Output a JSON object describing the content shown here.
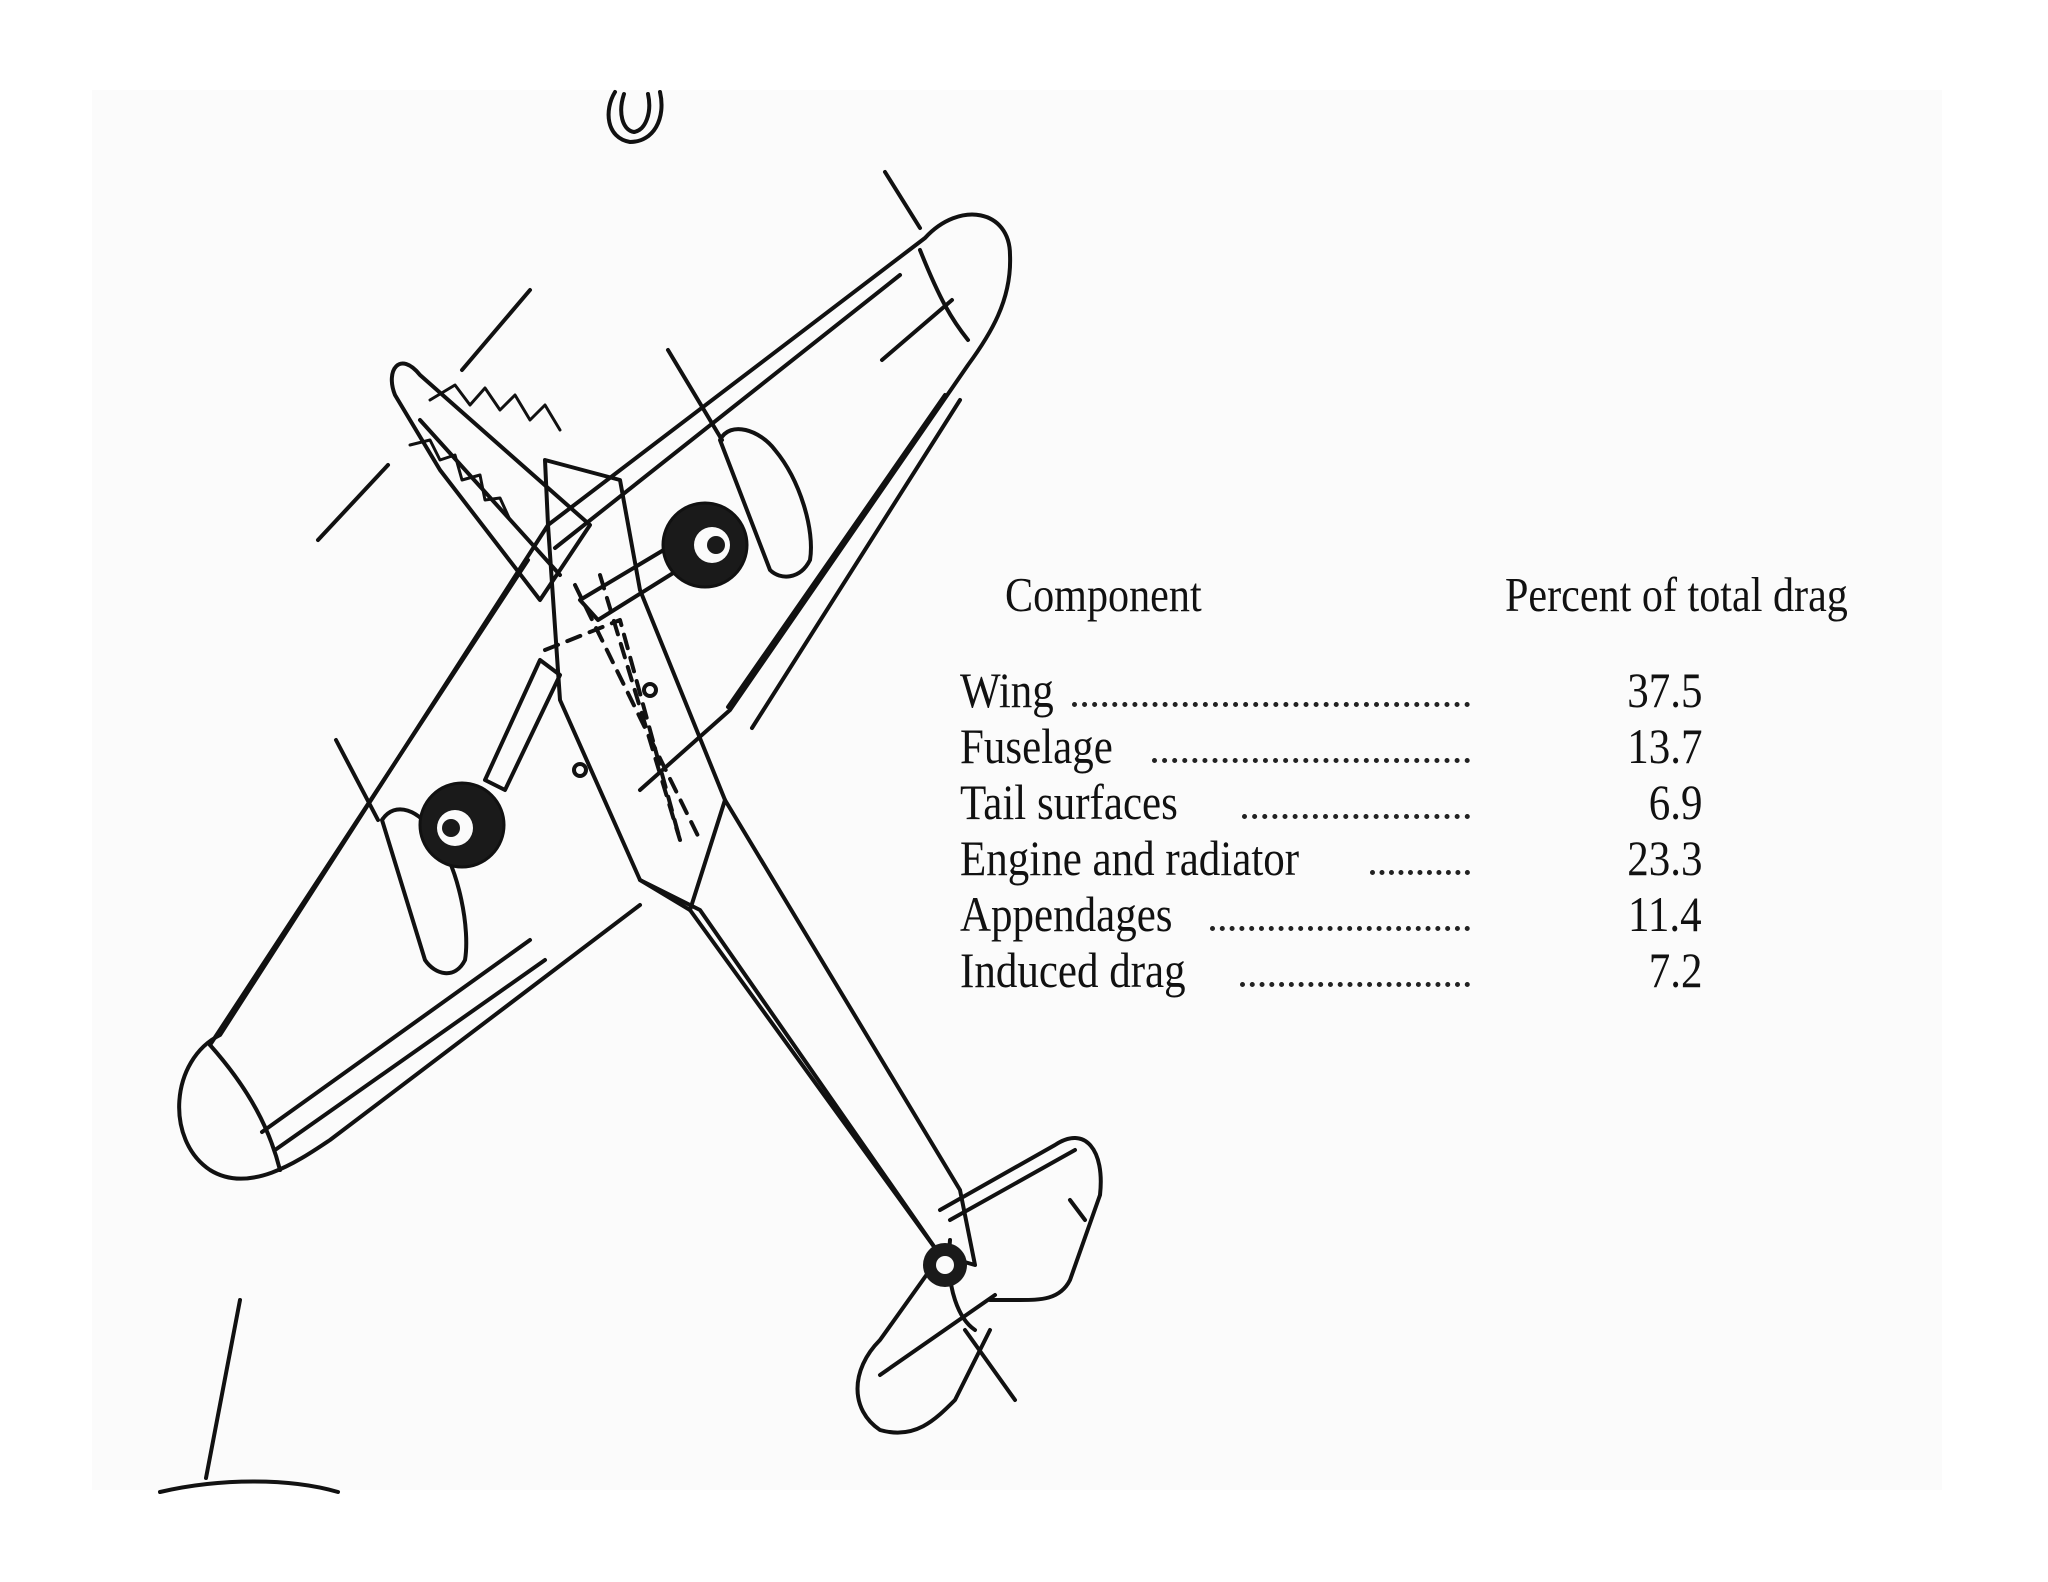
{
  "table": {
    "header_component": "Component",
    "header_percent": "Percent of total drag",
    "rows": [
      {
        "component": "Wing",
        "percent": "37.5"
      },
      {
        "component": "Fuselage",
        "percent": "13.7"
      },
      {
        "component": "Tail surfaces",
        "percent": "6.9"
      },
      {
        "component": "Engine and radiator",
        "percent": "23.3"
      },
      {
        "component": "Appendages",
        "percent": "11.4"
      },
      {
        "component": "Induced drag",
        "percent": "7.2"
      }
    ]
  }
}
